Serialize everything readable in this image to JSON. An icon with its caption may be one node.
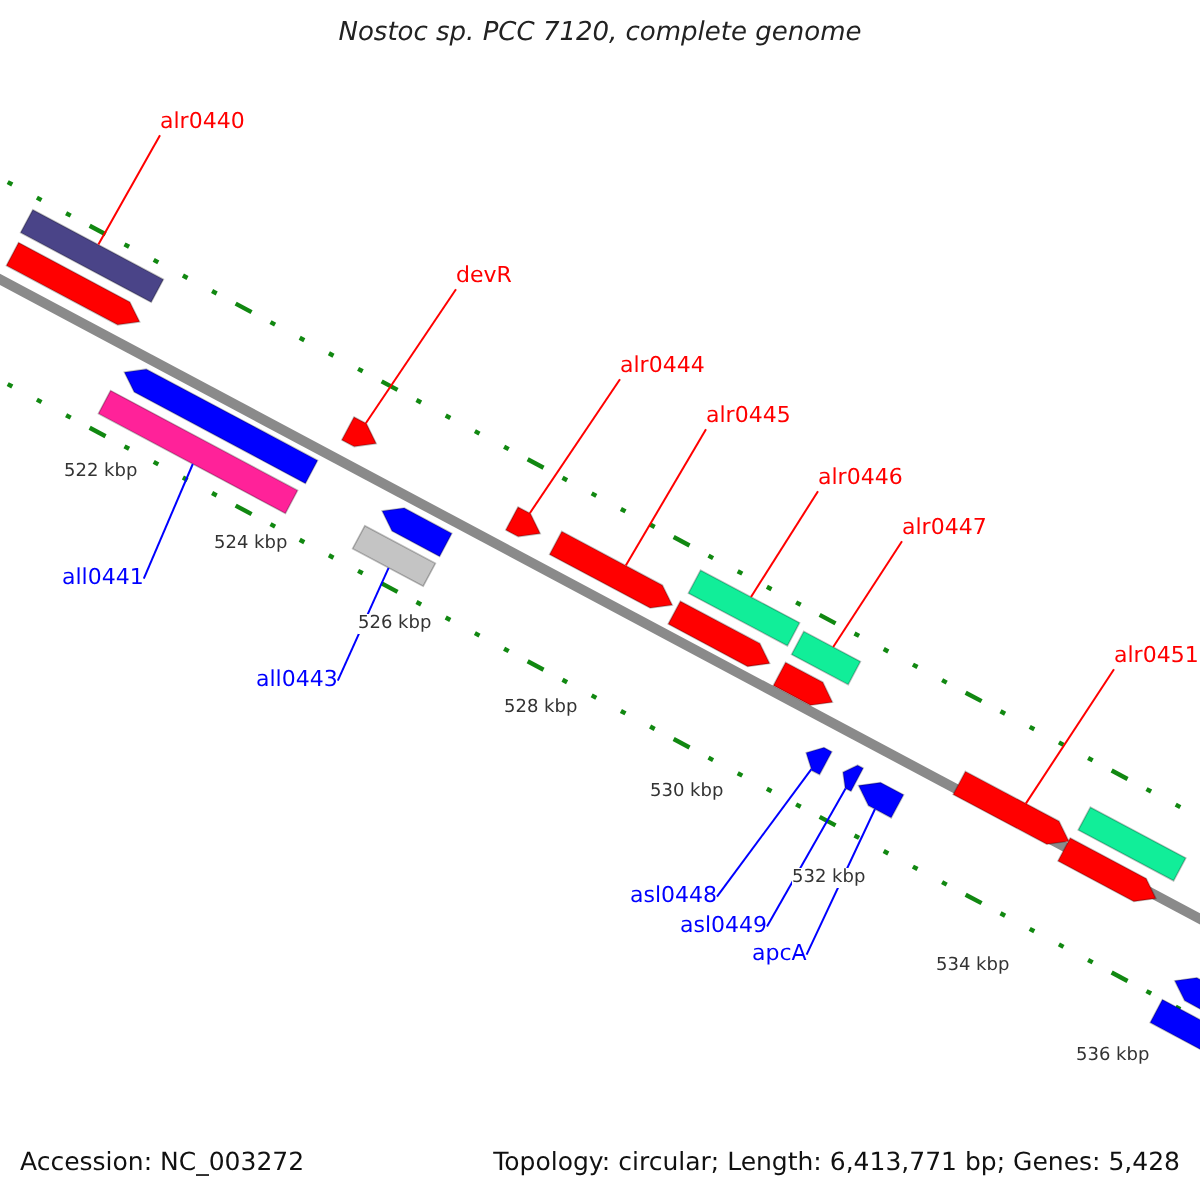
{
  "diagram": {
    "title": "Nostoc sp. PCC 7120, complete genome",
    "nodes": [
      {
        "text": [
          "alr0440"
        ]
      },
      {
        "text": [
          "devR"
        ]
      },
      {
        "text": [
          "alr0444"
        ]
      },
      {
        "text": [
          "alr0445"
        ]
      },
      {
        "text": [
          "alr0446"
        ]
      },
      {
        "text": [
          "alr0447"
        ]
      },
      {
        "text": [
          "alr0451"
        ]
      },
      {
        "text": [
          "all0441"
        ]
      },
      {
        "text": [
          "all0443"
        ]
      },
      {
        "text": [
          "asl0448"
        ]
      },
      {
        "text": [
          "asl0449"
        ]
      },
      {
        "text": [
          "apcA"
        ]
      },
      {
        "text": [],
        "shape": "bar"
      },
      {
        "text": [],
        "shape": "bar"
      },
      {
        "text": [],
        "shape": "bar"
      },
      {
        "text": [],
        "shape": "bar"
      },
      {
        "text": [],
        "shape": "bar"
      },
      {
        "text": [],
        "shape": "bar"
      },
      {
        "text": [],
        "shape": "bar"
      },
      {
        "text": [],
        "shape": "bar"
      },
      {
        "text": [],
        "shape": "bar"
      },
      {
        "text": [],
        "shape": "bar"
      },
      {
        "text": [],
        "shape": "bar"
      },
      {
        "text": [],
        "shape": "bar"
      },
      {
        "text": [],
        "shape": "bar"
      },
      {
        "text": [],
        "shape": "bar"
      },
      {
        "text": [],
        "shape": "bar"
      },
      {
        "text": [],
        "shape": "bar"
      },
      {
        "text": [],
        "shape": "bar"
      },
      {
        "text": [],
        "shape": "bar"
      },
      {
        "text": [],
        "shape": "bar"
      },
      {
        "text": [],
        "shape": "bar"
      },
      {
        "text": [],
        "shape": "bar"
      }
    ],
    "edges": [
      {
        "from": 0,
        "to": 12,
        "arrow": "none",
        "color": "#ff0000"
      },
      {
        "from": 1,
        "to": 16,
        "arrow": "none",
        "color": "#ff0000"
      },
      {
        "from": 2,
        "to": 19,
        "arrow": "none",
        "color": "#ff0000"
      },
      {
        "from": 3,
        "to": 20,
        "arrow": "none",
        "color": "#ff0000"
      },
      {
        "from": 4,
        "to": 21,
        "arrow": "none",
        "color": "#ff0000"
      },
      {
        "from": 5,
        "to": 23,
        "arrow": "none",
        "color": "#ff0000"
      },
      {
        "from": 6,
        "to": 28,
        "arrow": "none",
        "color": "#ff0000"
      },
      {
        "from": 7,
        "to": 15,
        "arrow": "none",
        "color": "#0000ff"
      },
      {
        "from": 8,
        "to": 18,
        "arrow": "none",
        "color": "#0000ff"
      },
      {
        "from": 9,
        "to": 25,
        "arrow": "none",
        "color": "#0000ff"
      },
      {
        "from": 10,
        "to": 26,
        "arrow": "none",
        "color": "#0000ff"
      },
      {
        "from": 11,
        "to": 27,
        "arrow": "none",
        "color": "#0000ff"
      }
    ],
    "labels": [
      "522 kbp",
      "524 kbp",
      "526 kbp",
      "528 kbp",
      "530 kbp",
      "532 kbp",
      "534 kbp",
      "536 kbp",
      "Accession: NC_003272",
      "Topology: circular; Length: 6,413,771 bp; Genes: 5,428"
    ]
  }
}
